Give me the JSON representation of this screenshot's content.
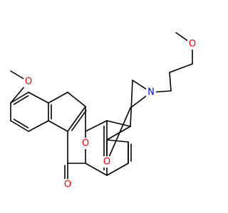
{
  "molecule": {
    "atoms": {
      "o_methoxy_top": {
        "label": "O",
        "color": "#ff0000"
      },
      "n_ring": {
        "label": "N",
        "color": "#0000ff"
      },
      "o_pyran": {
        "label": "O",
        "color": "#ff0000"
      },
      "o_oxazine": {
        "label": "O",
        "color": "#ff0000"
      },
      "o_methoxy_phenyl": {
        "label": "O",
        "color": "#ff0000"
      },
      "o_carbonyl": {
        "label": "O",
        "color": "#ff0000"
      }
    },
    "bond_color": "#000000"
  }
}
